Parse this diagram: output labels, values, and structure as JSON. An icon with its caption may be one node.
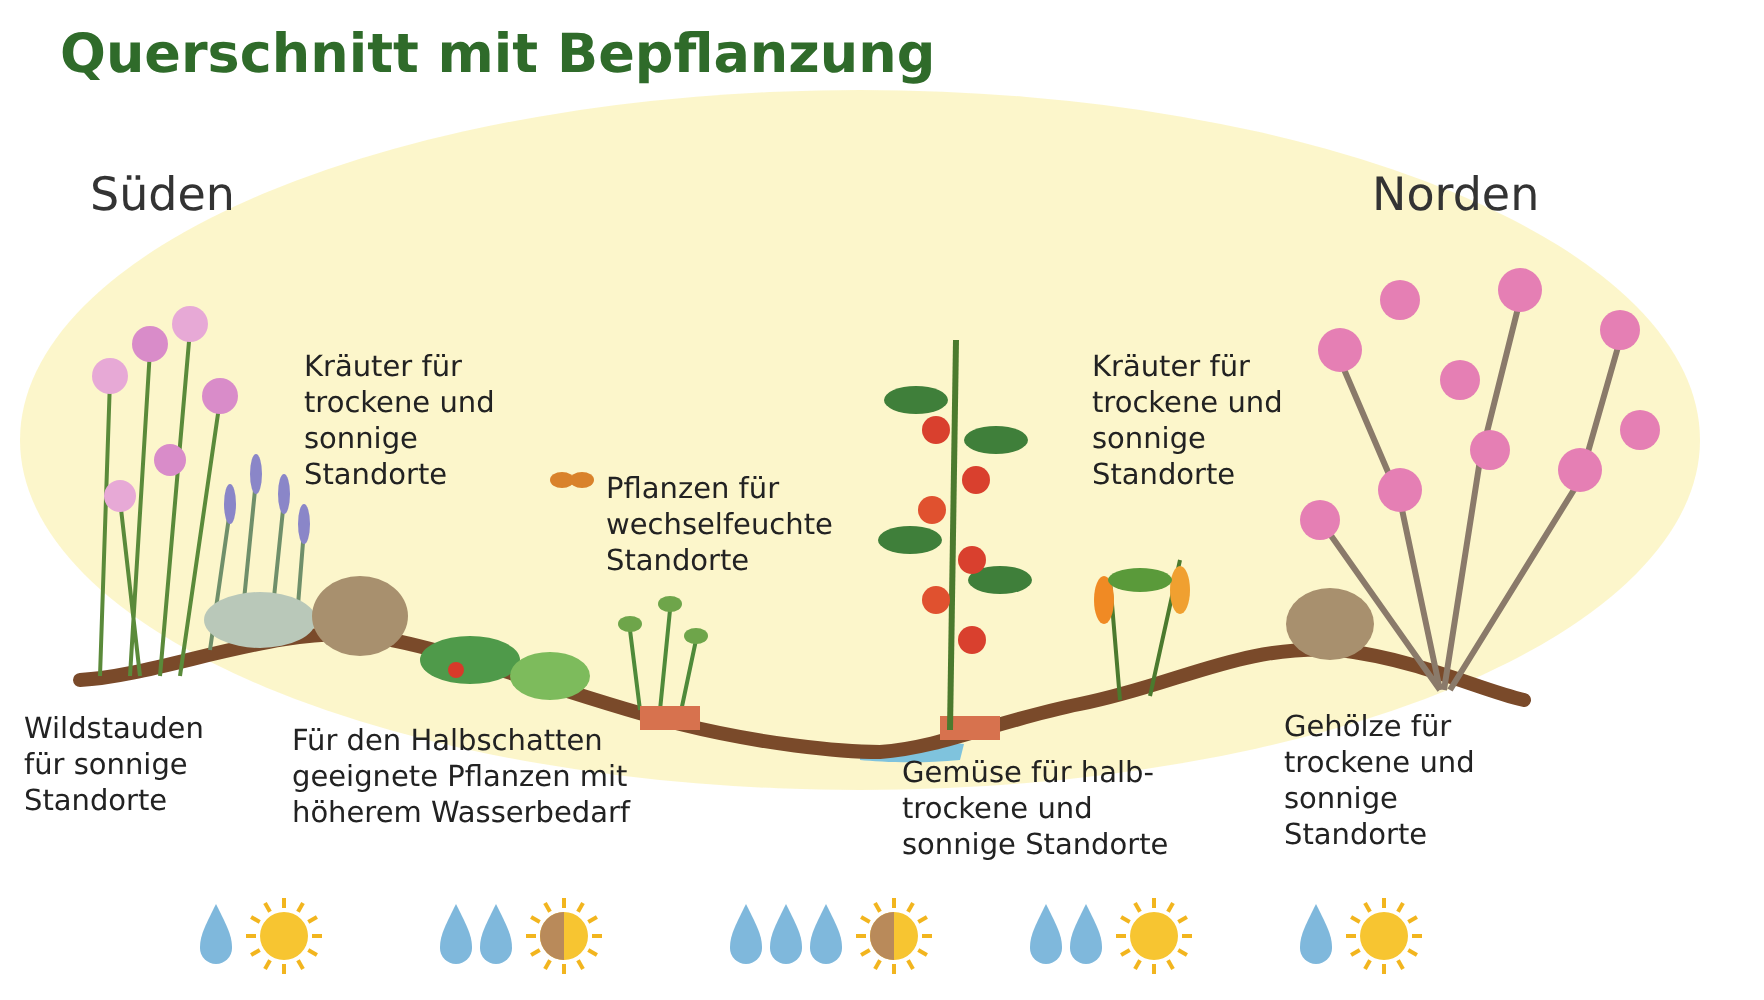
{
  "diagram": {
    "title": "Querschnitt mit Bepflanzung",
    "labels": [
      "Süden",
      "Norden",
      "Kräuter für trockene und sonnige Standorte",
      "Pflanzen für wechselfeuchte Standorte",
      "Kräuter für trockene und sonnige Standorte",
      "Wildstauden für sonnige Standorte",
      "Für den Halbschatten geeignete Pflanzen mit höherem Wasserbedarf",
      "Gemüse für halb-trockene und sonnige Standorte",
      "Gehölze für trockene und sonnige Standorte"
    ]
  }
}
